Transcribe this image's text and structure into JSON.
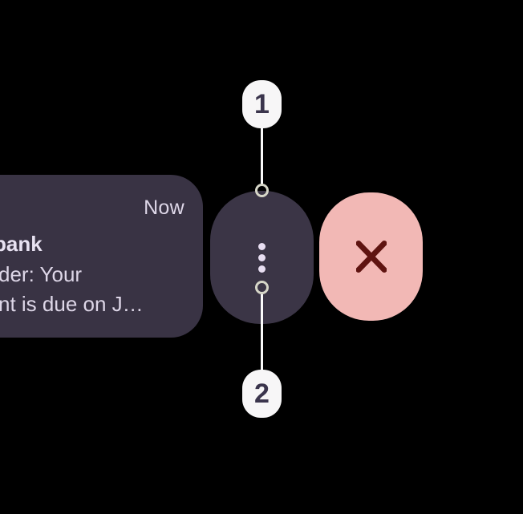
{
  "screen": {
    "background": "#000000",
    "description": "notification with swipe action pills and numbered callouts"
  },
  "notification": {
    "time_label": "Now",
    "title_visible": "bank",
    "body_line1_visible": "der: Your",
    "body_line2_visible": "nt is due on J…"
  },
  "actions": {
    "more_options": {
      "icon": "vertical-ellipsis-icon"
    },
    "dismiss": {
      "icon": "close-x-icon"
    }
  },
  "callouts": {
    "step1_label": "1",
    "step2_label": "2"
  },
  "colors": {
    "card_bg": "#393344",
    "card_title_text": "#e8e2f2",
    "card_body_text": "#ded7e8",
    "more_pill_bg": "#3b3546",
    "more_dots": "#e8def2",
    "dismiss_pill_bg": "#f2b8b5",
    "dismiss_icon": "#5f1411",
    "badge_bg": "#f7f6f7",
    "badge_text": "#3b354d",
    "connector_line": "#fafafa",
    "anchor_ring": "#d6d6c8"
  }
}
